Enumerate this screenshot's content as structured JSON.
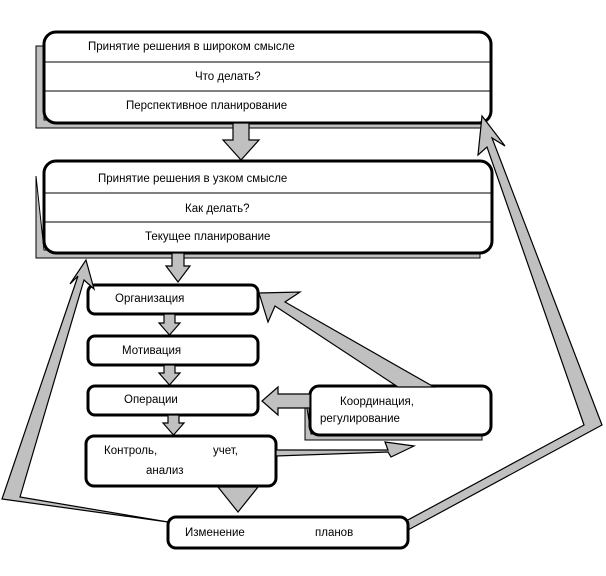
{
  "colors": {
    "stroke": "#000000",
    "shadow": "#c0c0c0",
    "arrow_fill": "#c0c0c0",
    "background": "#ffffff"
  },
  "boxes": {
    "strategic": {
      "row1": "Принятие решения в широком смысле",
      "row2": "Что делать?",
      "row3": "Перспективное планирование"
    },
    "tactical": {
      "row1": "Принятие решения в узком смысле",
      "row2": "Как делать?",
      "row3": "Текущее планирование"
    },
    "organization": "Организация",
    "motivation": "Мотивация",
    "operations": "Операции",
    "control": {
      "line1_a": "Контроль,",
      "line1_b": "учет,",
      "line2": "анализ"
    },
    "coordination": {
      "line1": "Координация,",
      "line2": "регулирование"
    },
    "plan_change": {
      "word_a": "Изменение",
      "word_b": "планов"
    }
  }
}
